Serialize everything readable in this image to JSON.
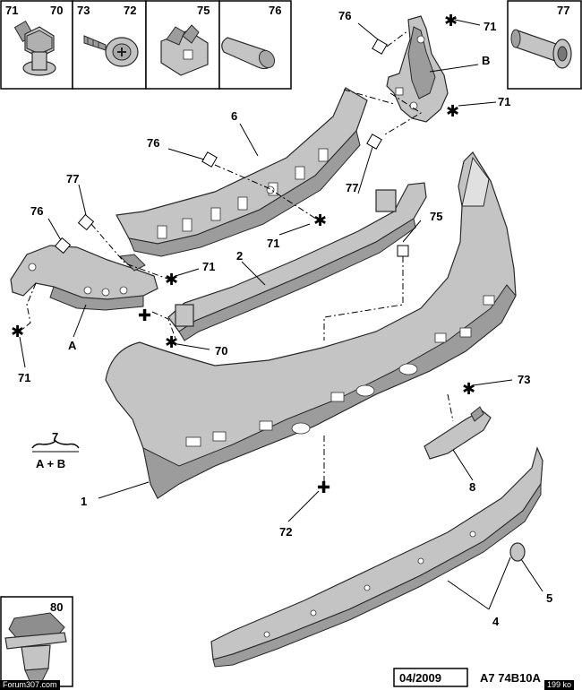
{
  "boxes": {
    "b71": "71",
    "b70": "70",
    "b73": "73",
    "b72": "72",
    "b75": "75",
    "b76": "76",
    "b77": "77",
    "b80": "80"
  },
  "labels": {
    "l76a": "76",
    "l71a": "71",
    "lB": "B",
    "l71b": "71",
    "l6": "6",
    "l76b": "76",
    "l77a": "77",
    "l77b": "77",
    "l76c": "76",
    "l71c": "71",
    "l75": "75",
    "l2": "2",
    "l71d": "71",
    "lA": "A",
    "l71e": "71",
    "l70": "70",
    "l73": "73",
    "l7": "7",
    "lAB": "A + B",
    "l1": "1",
    "l8": "8",
    "l72": "72",
    "l5": "5",
    "l4": "4"
  },
  "footer": {
    "date": "04/2009",
    "ref": "A7 74B10A",
    "site": "Forum307.com",
    "size": "199 ko"
  }
}
